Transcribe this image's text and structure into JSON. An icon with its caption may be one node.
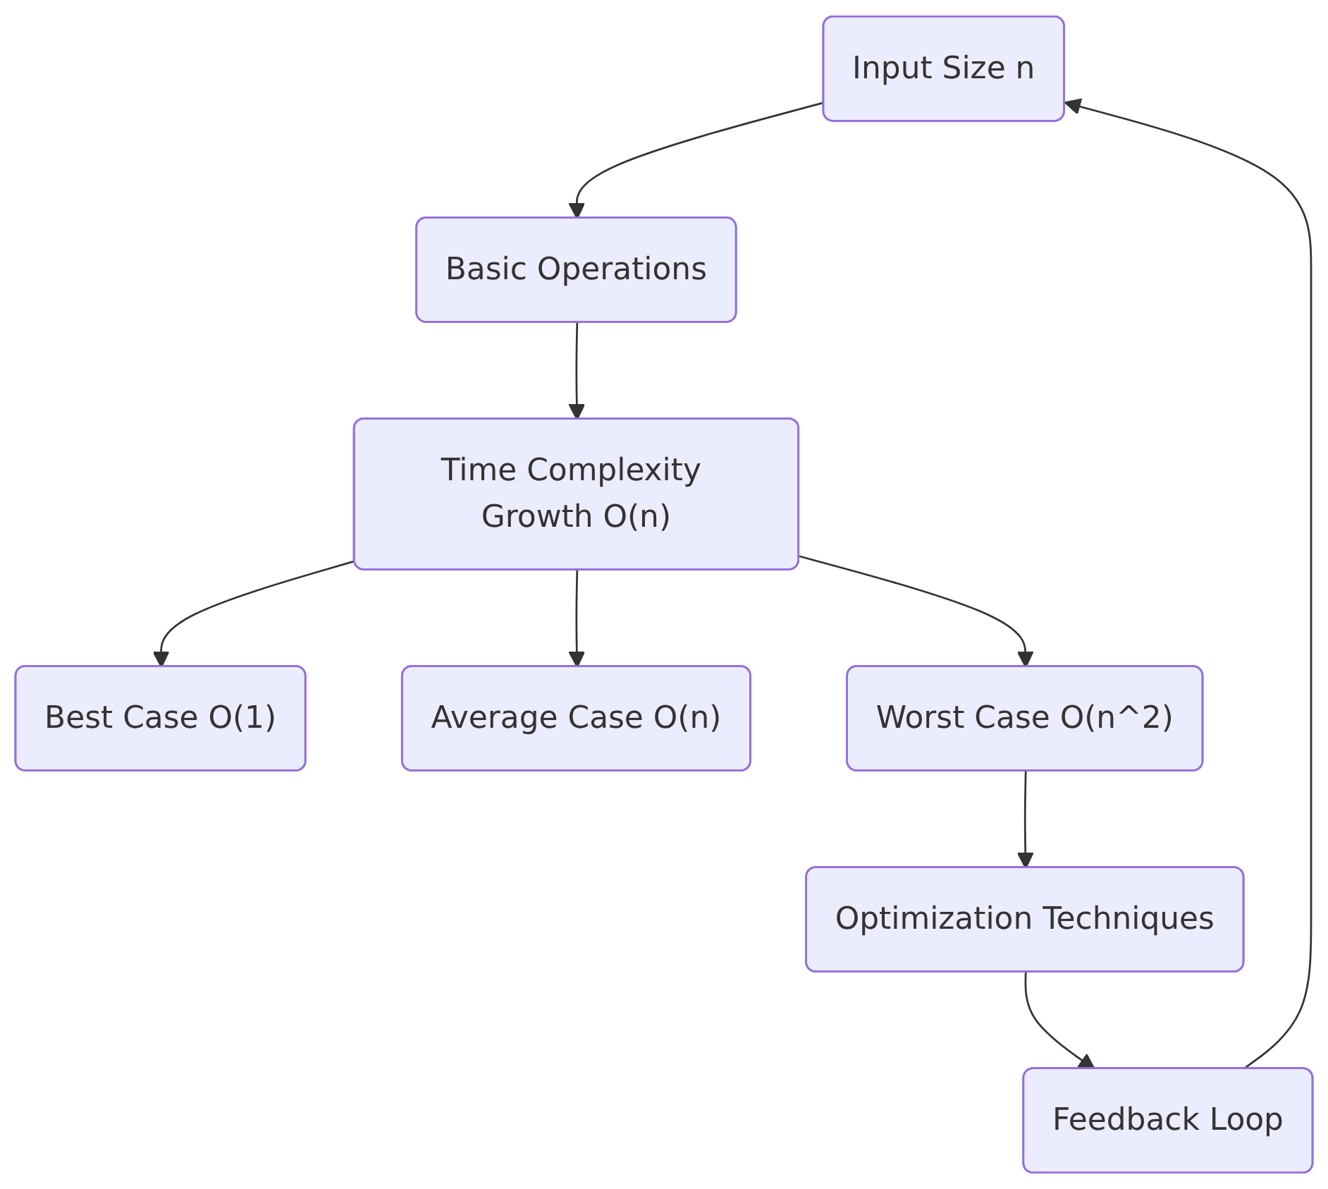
{
  "diagram": {
    "nodes": [
      {
        "text": [
          "Input Size n"
        ]
      },
      {
        "text": [
          "Basic Operations"
        ]
      },
      {
        "text": [
          "Time Complexity Growth O(n)"
        ]
      },
      {
        "text": [
          "Best Case O(1)"
        ]
      },
      {
        "text": [
          "Average Case O(n)"
        ]
      },
      {
        "text": [
          "Worst Case O(n^2)"
        ]
      },
      {
        "text": [
          "Optimization Techniques"
        ]
      },
      {
        "text": [
          "Feedback Loop"
        ]
      }
    ],
    "edges": [
      {
        "from": 0,
        "to": 1,
        "arrow": "to"
      },
      {
        "from": 1,
        "to": 2,
        "arrow": "to"
      },
      {
        "from": 2,
        "to": 3,
        "arrow": "to"
      },
      {
        "from": 2,
        "to": 4,
        "arrow": "to"
      },
      {
        "from": 2,
        "to": 5,
        "arrow": "to"
      },
      {
        "from": 5,
        "to": 6,
        "arrow": "to"
      },
      {
        "from": 6,
        "to": 7,
        "arrow": "to"
      },
      {
        "from": 7,
        "to": 0,
        "arrow": "to"
      }
    ]
  }
}
